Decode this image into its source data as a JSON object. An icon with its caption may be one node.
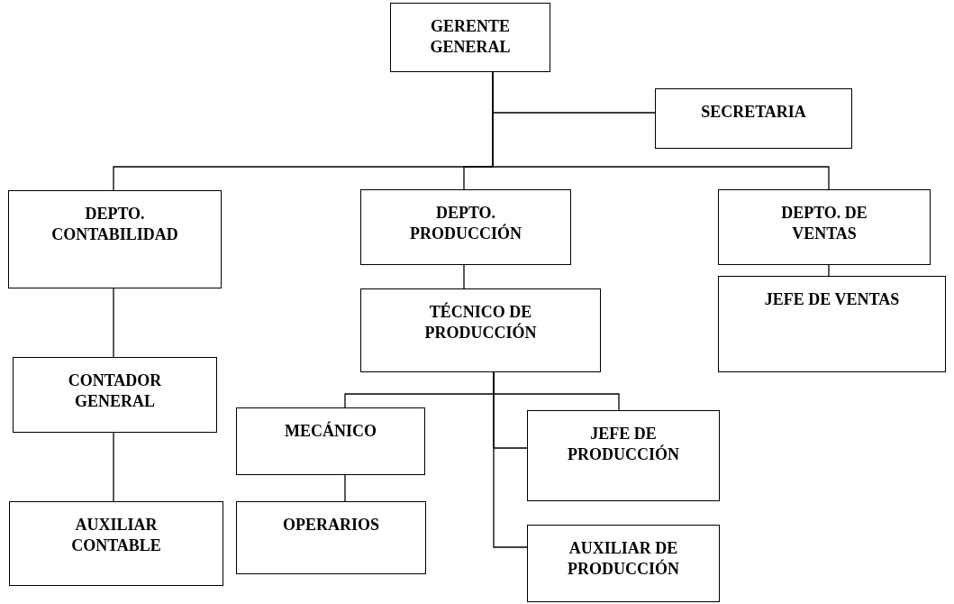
{
  "diagram": {
    "nodes": [
      {
        "text": [
          "GERENTE GENERAL"
        ]
      },
      {
        "text": [
          "SECRETARIA"
        ]
      },
      {
        "text": [
          "DEPTO. CONTABILIDAD"
        ]
      },
      {
        "text": [
          "DEPTO. PRODUCCIÓN"
        ]
      },
      {
        "text": [
          "DEPTO. DE VENTAS"
        ]
      },
      {
        "text": [
          "CONTADOR GENERAL"
        ]
      },
      {
        "text": [
          "AUXILIAR CONTABLE"
        ]
      },
      {
        "text": [
          "TÉCNICO DE PRODUCCIÓN"
        ]
      },
      {
        "text": [
          "JEFE DE VENTAS"
        ]
      },
      {
        "text": [
          "MECÁNICO"
        ]
      },
      {
        "text": [
          "OPERARIOS"
        ]
      },
      {
        "text": [
          "JEFE DE PRODUCCIÓN"
        ]
      },
      {
        "text": [
          "AUXILIAR DE PRODUCCIÓN"
        ]
      }
    ],
    "edges": [
      {
        "from": 0,
        "to": 1,
        "arrow": "none"
      },
      {
        "from": 0,
        "to": 2,
        "arrow": "none"
      },
      {
        "from": 0,
        "to": 3,
        "arrow": "none"
      },
      {
        "from": 0,
        "to": 4,
        "arrow": "none"
      },
      {
        "from": 2,
        "to": 5,
        "arrow": "none"
      },
      {
        "from": 5,
        "to": 6,
        "arrow": "none"
      },
      {
        "from": 3,
        "to": 7,
        "arrow": "none"
      },
      {
        "from": 4,
        "to": 8,
        "arrow": "none"
      },
      {
        "from": 7,
        "to": 9,
        "arrow": "none"
      },
      {
        "from": 7,
        "to": 11,
        "arrow": "none"
      },
      {
        "from": 7,
        "to": 11,
        "arrow": "none"
      },
      {
        "from": 7,
        "to": 12,
        "arrow": "none"
      },
      {
        "from": 9,
        "to": 10,
        "arrow": "none"
      }
    ]
  }
}
